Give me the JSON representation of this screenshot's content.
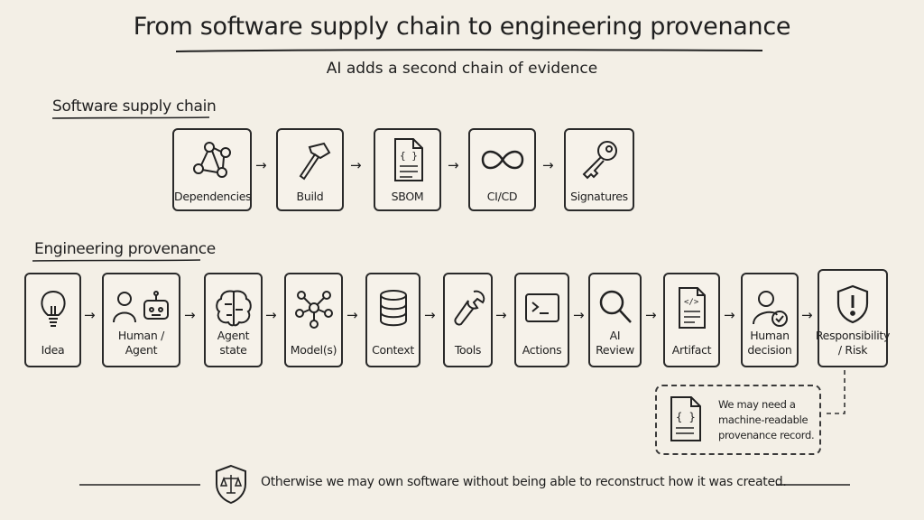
{
  "title": "From software supply chain to engineering provenance",
  "subtitle": "AI adds a second chain of evidence",
  "supply_chain": {
    "heading": "Software supply chain",
    "items": [
      {
        "label": "Dependencies",
        "icon": "graph-nodes-icon"
      },
      {
        "label": "Build",
        "icon": "hammer-icon"
      },
      {
        "label": "SBOM",
        "icon": "document-braces-icon"
      },
      {
        "label": "CI/CD",
        "icon": "infinity-icon"
      },
      {
        "label": "Signatures",
        "icon": "key-icon"
      }
    ]
  },
  "provenance": {
    "heading": "Engineering provenance",
    "items": [
      {
        "label": "Idea",
        "icon": "lightbulb-icon"
      },
      {
        "label": "Human / Agent",
        "icon": "person-robot-icon"
      },
      {
        "label": "Agent state",
        "icon": "brain-icon"
      },
      {
        "label": "Model(s)",
        "icon": "network-icon"
      },
      {
        "label": "Context",
        "icon": "database-icon"
      },
      {
        "label": "Tools",
        "icon": "wrench-icon"
      },
      {
        "label": "Actions",
        "icon": "terminal-icon"
      },
      {
        "label": "AI Review",
        "icon": "magnifier-icon"
      },
      {
        "label": "Artifact",
        "icon": "code-file-icon"
      },
      {
        "label": "Human decision",
        "icon": "person-check-icon"
      },
      {
        "label": "Responsibility / Risk",
        "icon": "shield-alert-icon"
      }
    ]
  },
  "note": {
    "lines": [
      "We may need a",
      "machine-readable",
      "provenance record."
    ],
    "icon": "document-braces-icon"
  },
  "footer": {
    "text": "Otherwise we may own software without being able to reconstruct how it was created.",
    "icon": "scales-shield-icon"
  },
  "arrow_glyph": "→"
}
